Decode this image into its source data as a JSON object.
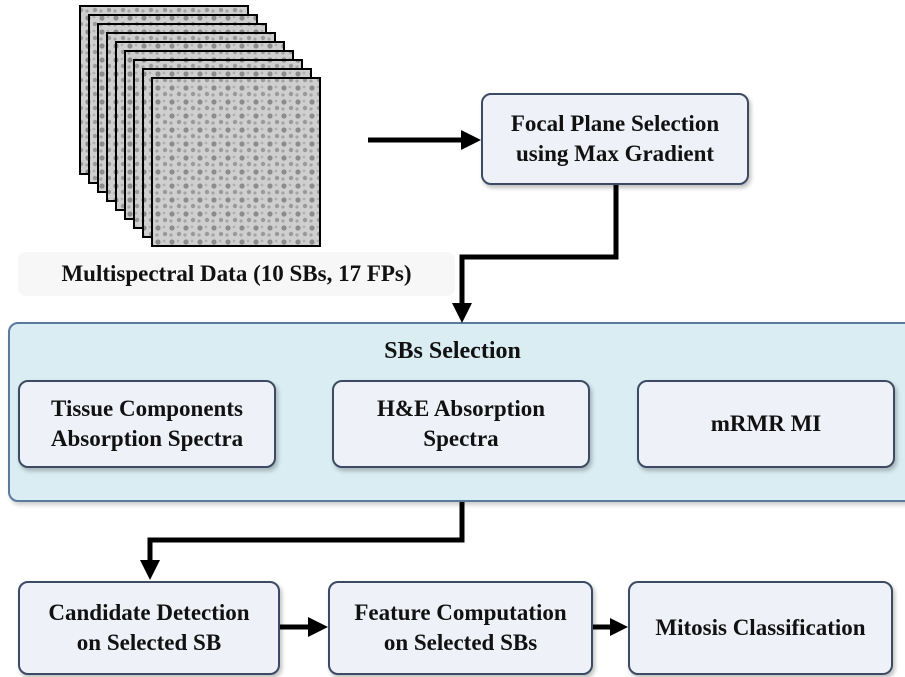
{
  "input": {
    "caption": "Multispectral Data (10 SBs, 17 FPs)"
  },
  "focal_plane": {
    "line1": "Focal Plane Selection",
    "line2": "using Max Gradient"
  },
  "sb_selection": {
    "title": "SBs Selection",
    "methods": [
      {
        "line1": "Tissue Components",
        "line2": "Absorption Spectra"
      },
      {
        "line1": "H&E Absorption",
        "line2": "Spectra"
      },
      {
        "line1": "mRMR MI",
        "line2": ""
      }
    ]
  },
  "pipeline": [
    {
      "line1": "Candidate Detection",
      "line2": "on Selected SB"
    },
    {
      "line1": "Feature Computation",
      "line2": "on Selected SBs"
    },
    {
      "line1": "Mitosis Classification",
      "line2": ""
    }
  ],
  "colors": {
    "box_fill": "#eef1f7",
    "box_border": "#3c4a64",
    "panel_fill": "#d9edf3",
    "arrow": "#000000"
  }
}
